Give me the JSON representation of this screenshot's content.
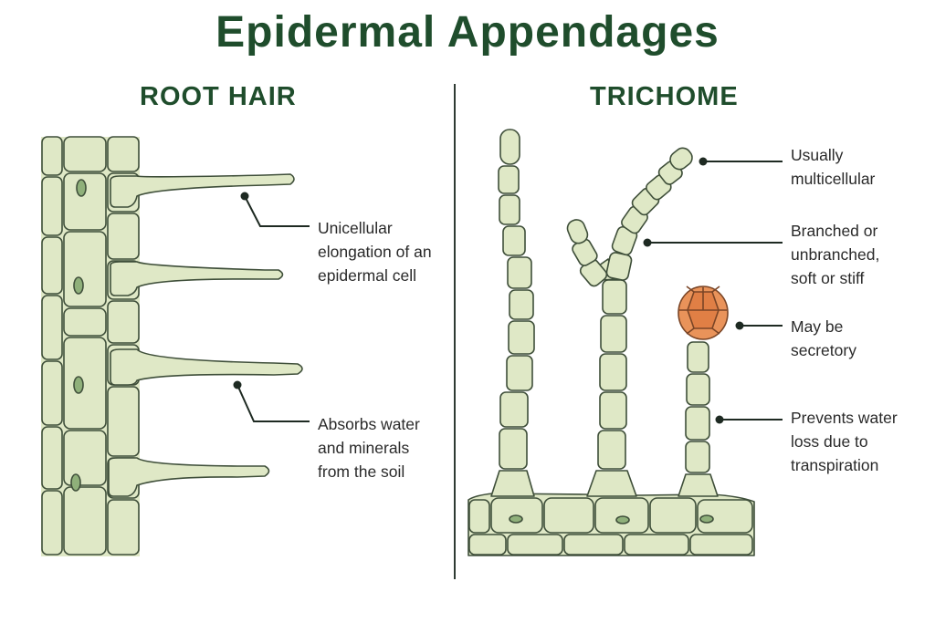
{
  "title": "Epidermal Appendages",
  "root_hair": {
    "heading": "ROOT HAIR",
    "labels": [
      [
        "Unicellular",
        "elongation of an",
        "epidermal cell"
      ],
      [
        "Absorbs water",
        "and minerals",
        "from the soil"
      ]
    ]
  },
  "trichome": {
    "heading": "TRICHOME",
    "labels": [
      [
        "Usually",
        "multicellular"
      ],
      [
        "Branched or",
        "unbranched,",
        "soft or stiff"
      ],
      [
        "May be",
        "secretory"
      ],
      [
        "Prevents water",
        "loss due to",
        "transpiration"
      ]
    ]
  },
  "colors": {
    "title": "#1f4d2c",
    "cell_fill": "#dfe8c6",
    "cell_stroke": "#3f4f3a",
    "nucleus": "#8fb07a",
    "gland": "#e9935a"
  }
}
